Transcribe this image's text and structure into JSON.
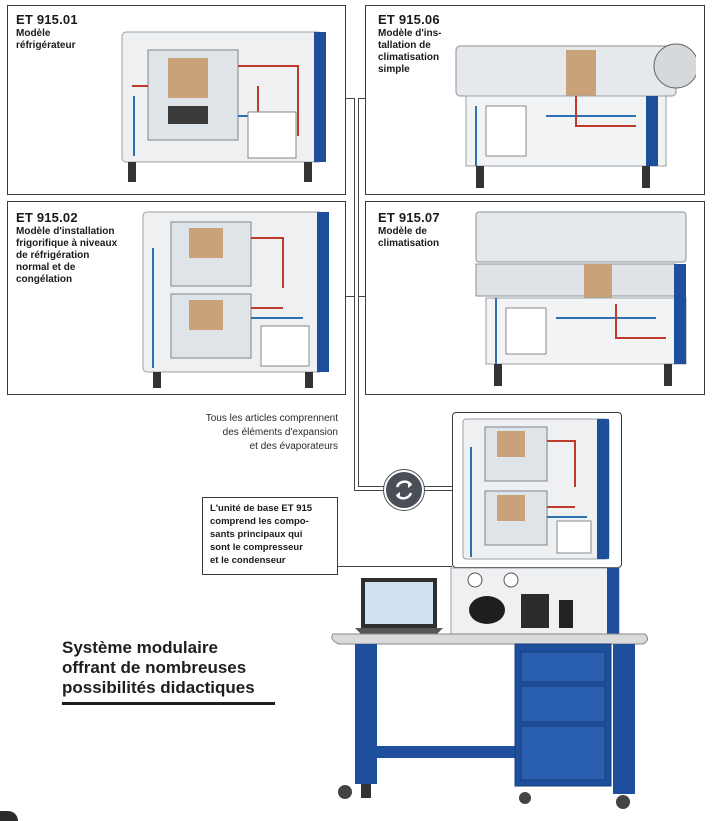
{
  "panels": [
    {
      "code": "ET 915.01",
      "desc": "Modèle\nréfrigérateur"
    },
    {
      "code": "ET 915.06",
      "desc": "Modèle d'ins-\ntallation de\nclimatisation\nsimple"
    },
    {
      "code": "ET 915.02",
      "desc": "Modèle d'installation\nfrigorifique à niveaux\nde réfrigération\nnormal et de\ncongélation"
    },
    {
      "code": "ET 915.07",
      "desc": "Modèle de\nclimatisation"
    }
  ],
  "note": "Tous les articles comprennent\ndes éléments d'expansion\net des évaporateurs",
  "callout": "L'unité de base ET 915\ncomprend les compo-\nsants principaux qui\nsont le compresseur\net le condenseur",
  "headline": "Système modulaire\noffrant de nombreuses\npossibilités didactiques",
  "icons": {
    "cycle": "refresh-cycle-icon"
  },
  "colors": {
    "cabinet_blue": "#1d4f9c",
    "panel_border": "#3a3a3a",
    "headline": "#1e1e1e"
  }
}
